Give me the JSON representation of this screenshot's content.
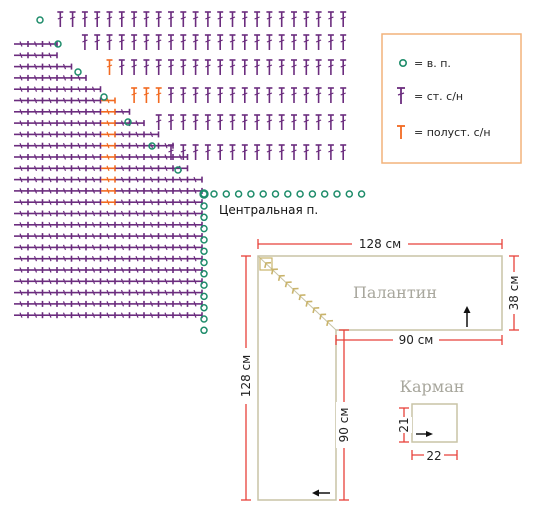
{
  "legend": {
    "items": [
      {
        "symbol": "chain",
        "text": "= в. п."
      },
      {
        "symbol": "double-crochet",
        "text": "= ст. с/н"
      },
      {
        "symbol": "half-double-crochet",
        "text": "= полуст. с/н"
      }
    ]
  },
  "chart": {
    "center_label": "Центральная п."
  },
  "scheme": {
    "title": "Палантин",
    "dim_top": "128 см",
    "dim_right": "38 см",
    "dim_inner": "90 см",
    "dim_left": "128 см",
    "dim_inner_vertical": "90 см"
  },
  "pocket": {
    "title": "Карман",
    "dim_height": "21",
    "dim_width": "22"
  },
  "colors": {
    "stitch_purple": "#6B2C7E",
    "stitch_orange": "#F26A21",
    "chain_green": "#1E8C6A",
    "dimension_red": "#E8413A",
    "legend_border": "#F2B27A",
    "outline": "#C8C4A6",
    "title_gray": "#A8A79D",
    "braid_gold": "#C9B36A"
  }
}
